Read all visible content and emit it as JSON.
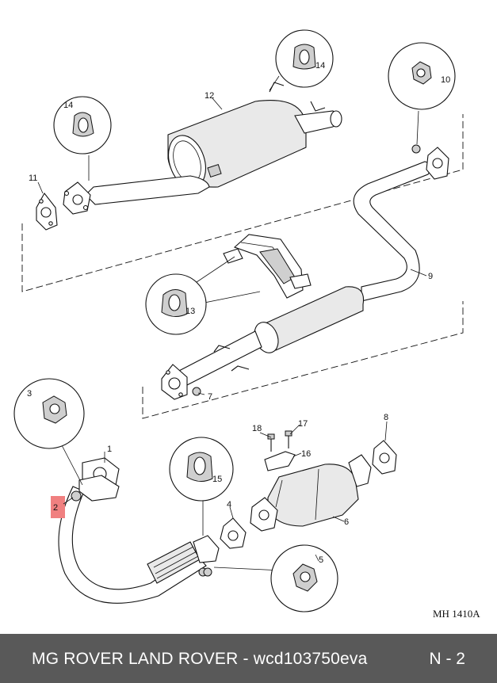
{
  "diagram": {
    "callouts": [
      "1",
      "2",
      "3",
      "4",
      "5",
      "6",
      "7",
      "8",
      "9",
      "10",
      "11",
      "12",
      "13",
      "14",
      "14",
      "15",
      "16",
      "17",
      "18"
    ],
    "reference_code": "MH 1410A",
    "highlight_color": "#f08080"
  },
  "footer": {
    "title": "MG ROVER LAND ROVER - wcd103750eva",
    "page": "N - 2",
    "background": "#595959"
  }
}
